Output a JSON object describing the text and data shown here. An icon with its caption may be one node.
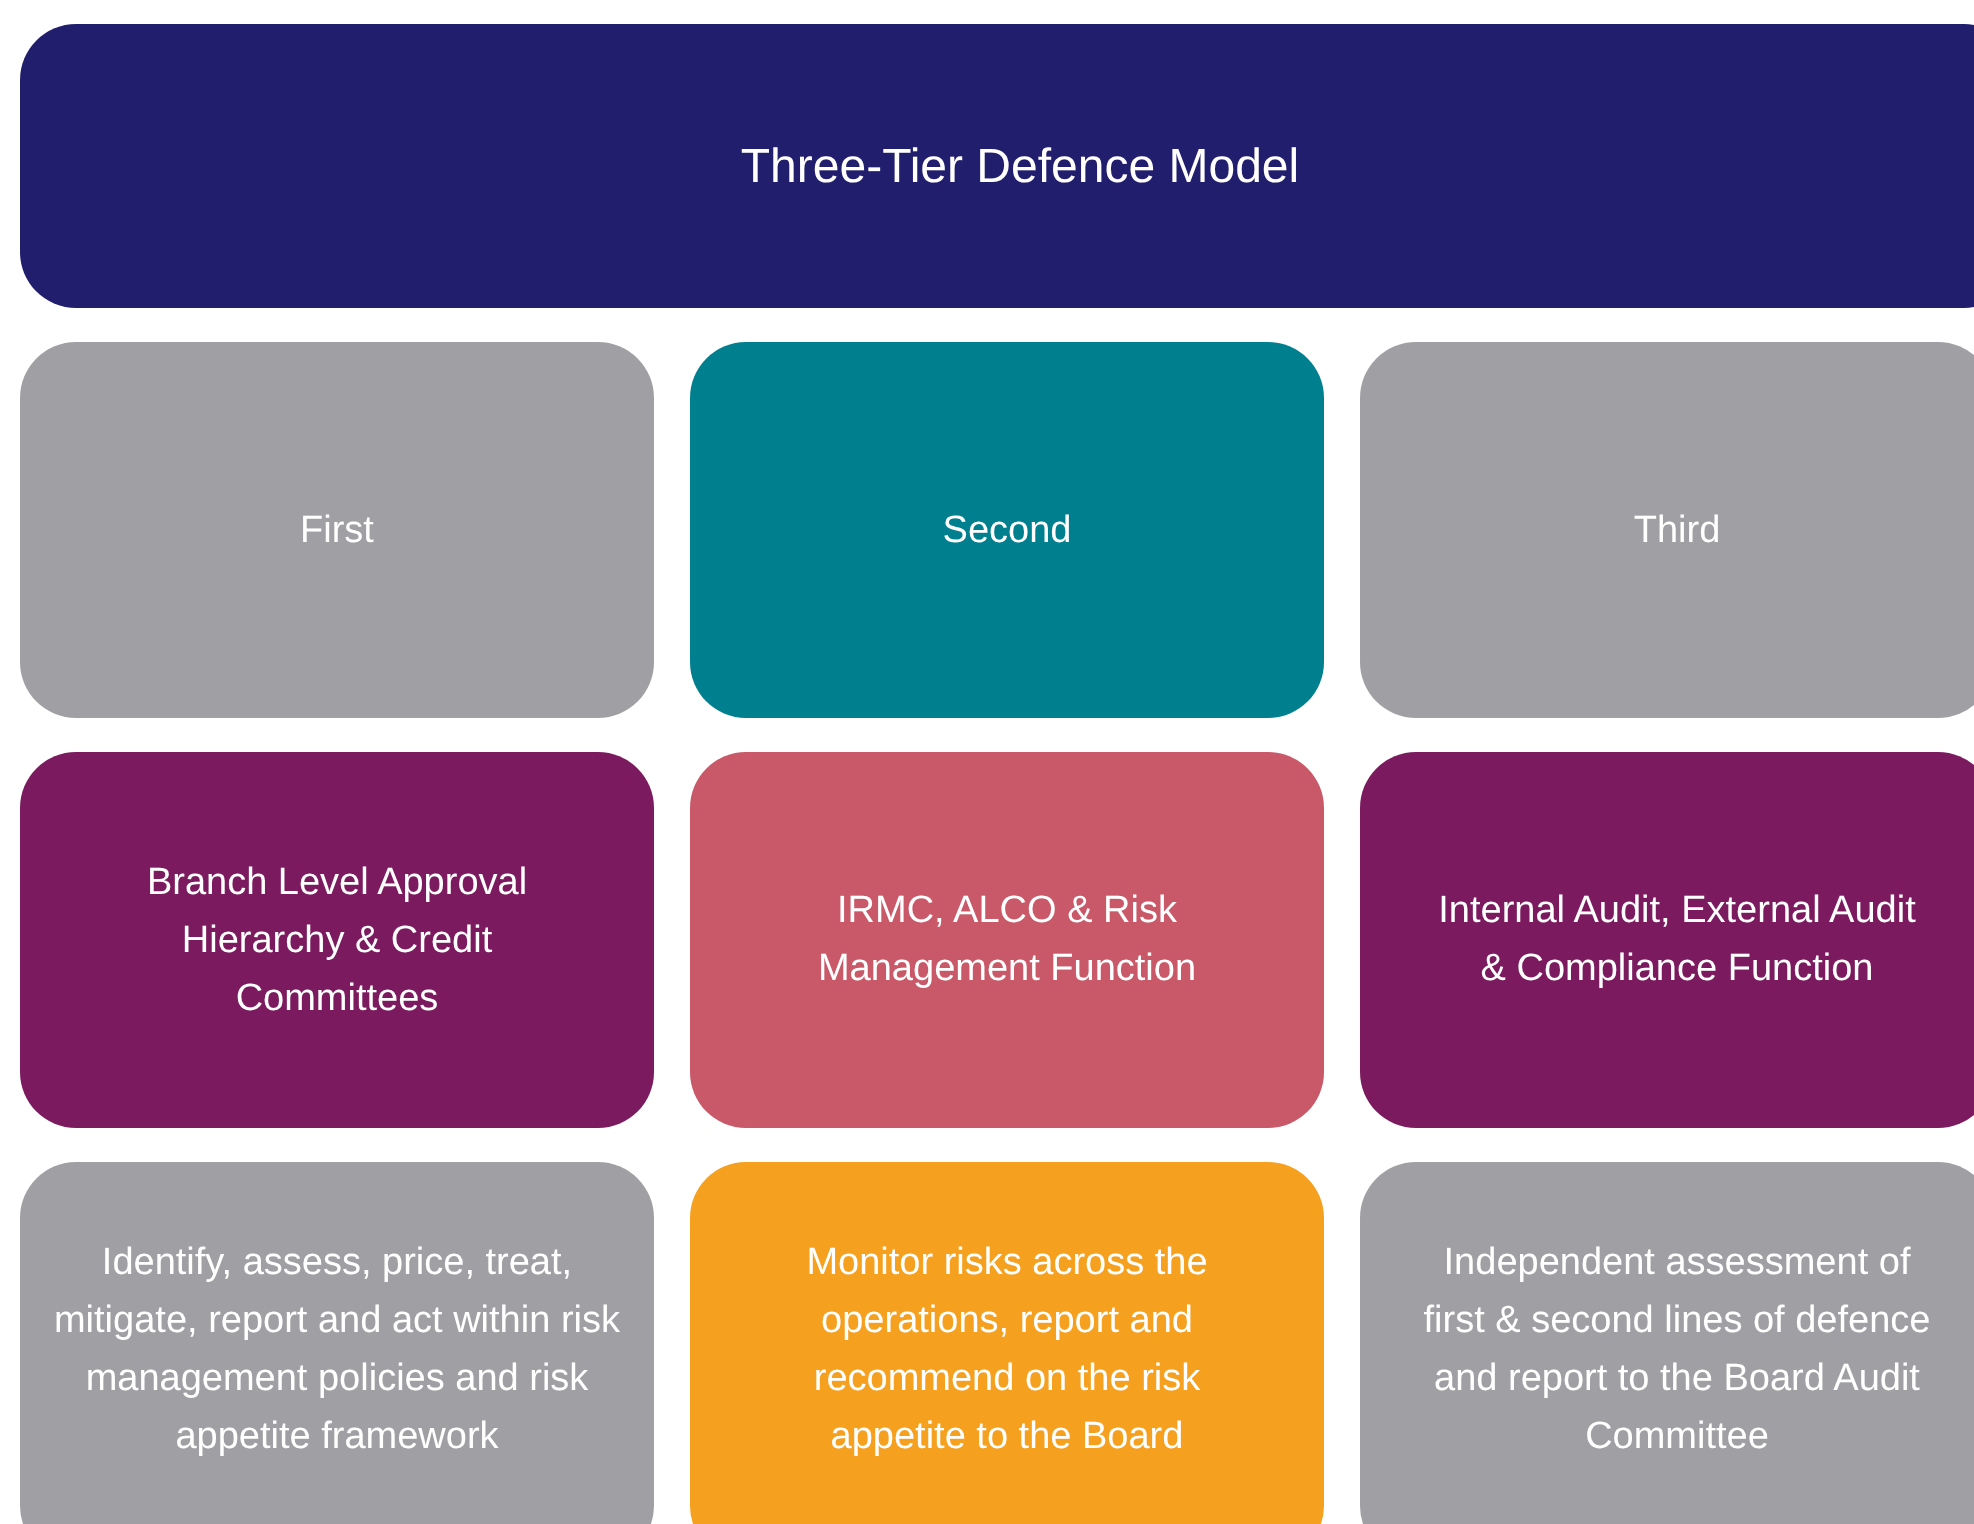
{
  "diagram": {
    "nodes": [
      {
        "text": [
          "Three-Tier Defence Model"
        ]
      },
      {
        "text": [
          "First"
        ]
      },
      {
        "text": [
          "Second"
        ]
      },
      {
        "text": [
          "Third"
        ]
      },
      {
        "text": [
          "Branch Level Approval Hierarchy & Credit Committees"
        ]
      },
      {
        "text": [
          "IRMC, ALCO & Risk Management Function"
        ]
      },
      {
        "text": [
          "Internal Audit, External Audit & Compliance Function"
        ]
      },
      {
        "text": [
          "Identify, assess, price, treat, mitigate, report and act within risk management policies and risk appetite framework"
        ]
      },
      {
        "text": [
          "Monitor risks across the operations, report and recommend on the risk appetite to the Board"
        ]
      },
      {
        "text": [
          "Independent assessment of first & second lines of defence and report to the Board Audit Committee"
        ]
      }
    ]
  }
}
